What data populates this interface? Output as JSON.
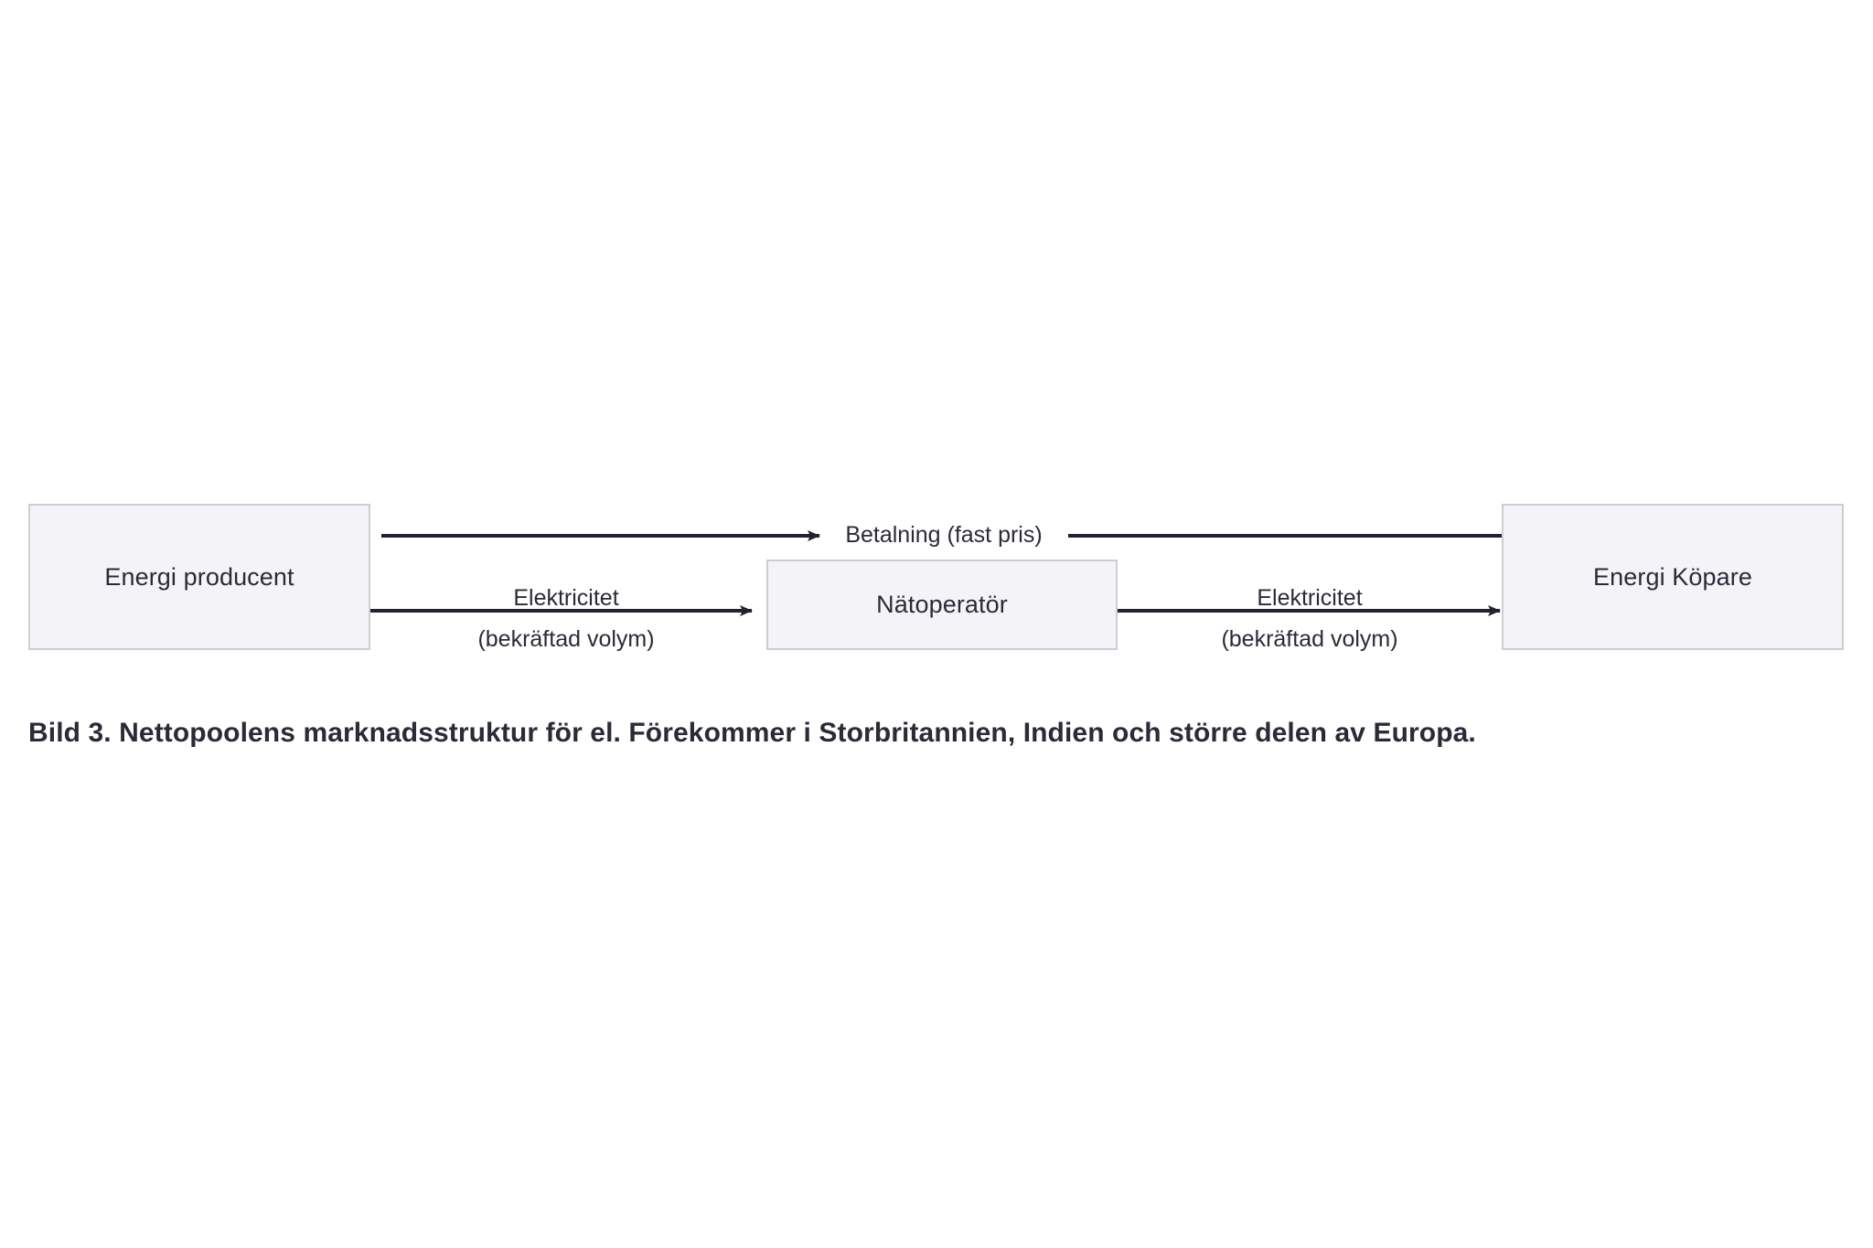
{
  "figure": {
    "caption": "Bild 3. Nettopoolens marknadsstruktur för el. Förekommer i Storbritannien, Indien och större delen av Europa.",
    "background_color": "#ffffff",
    "node_fill_color": "#f4f4f8",
    "node_border_color": "#cdcdd4",
    "text_color": "#2b2b38",
    "connector_color": "#23232e"
  },
  "nodes": [
    {
      "id": "producer",
      "label": "Energi producent"
    },
    {
      "id": "grid_operator",
      "label": "Nätoperatör"
    },
    {
      "id": "buyer",
      "label": "Energi Köpare"
    }
  ],
  "edges": [
    {
      "id": "payment",
      "from": "buyer",
      "to": "producer",
      "direction": "right-to-left",
      "label": "Betalning (fast pris)"
    },
    {
      "id": "electricity_left",
      "from": "producer",
      "to": "grid_operator",
      "direction": "left-to-right",
      "label_top": "Elektricitet",
      "label_bottom": "(bekräftad volym)"
    },
    {
      "id": "electricity_right",
      "from": "grid_operator",
      "to": "buyer",
      "direction": "left-to-right",
      "label_top": "Elektricitet",
      "label_bottom": "(bekräftad volym)"
    }
  ]
}
